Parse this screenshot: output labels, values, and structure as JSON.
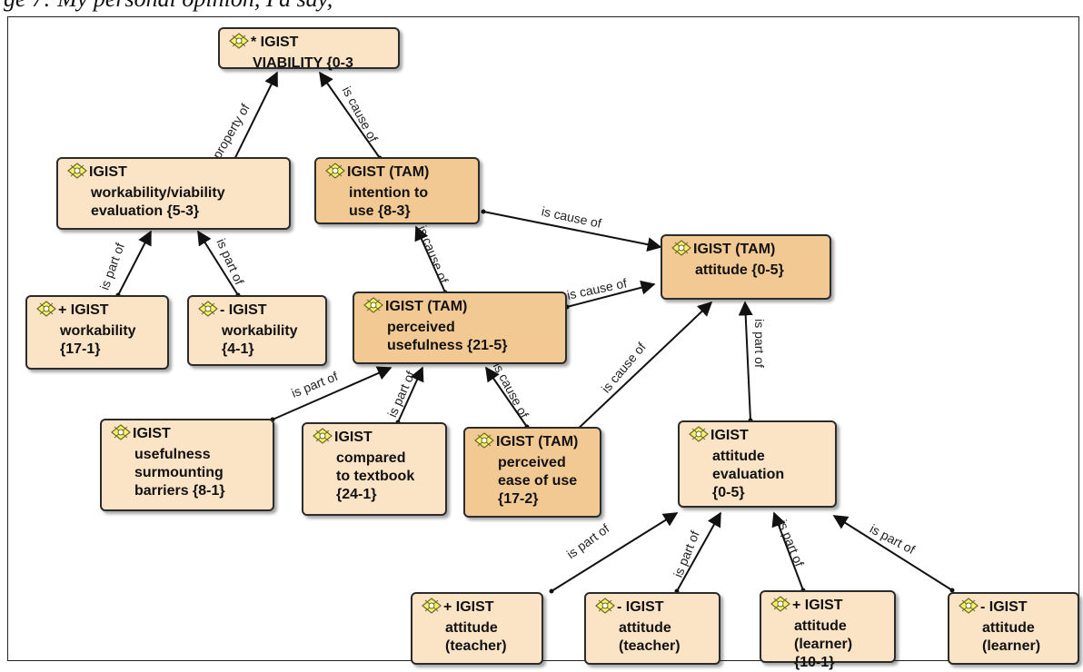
{
  "caption": "ge 7: My personal opinion, I'd say,",
  "nodes": [
    {
      "id": "viability",
      "title": "* IGIST",
      "body": "VIABILITY  {0-3",
      "dark": false
    },
    {
      "id": "workability-eval",
      "title": "IGIST",
      "body": "workability/viability\nevaluation {5-3}",
      "dark": false
    },
    {
      "id": "intention",
      "title": "IGIST (TAM)",
      "body": "intention to\nuse {8-3}",
      "dark": true
    },
    {
      "id": "attitude",
      "title": "IGIST (TAM)",
      "body": "attitude {0-5}",
      "dark": true
    },
    {
      "id": "plus-workability",
      "title": "+ IGIST",
      "body": "workability\n{17-1}",
      "dark": false
    },
    {
      "id": "minus-workability",
      "title": "- IGIST",
      "body": "workability\n{4-1}",
      "dark": false
    },
    {
      "id": "perceived-usefulness",
      "title": "IGIST (TAM)",
      "body": "perceived\nusefulness {21-5}",
      "dark": true
    },
    {
      "id": "usefulness-barriers",
      "title": "IGIST",
      "body": "usefulness\nsurmounting\nbarriers {8-1}",
      "dark": false
    },
    {
      "id": "compared-textbook",
      "title": "IGIST",
      "body": "compared\nto textbook\n{24-1}",
      "dark": false
    },
    {
      "id": "perceived-ease",
      "title": "IGIST (TAM)",
      "body": "perceived\nease of use\n{17-2}",
      "dark": true
    },
    {
      "id": "attitude-eval",
      "title": "IGIST",
      "body": "attitude\nevaluation\n{0-5}",
      "dark": false
    },
    {
      "id": "plus-attitude-teacher",
      "title": "+ IGIST",
      "body": "attitude\n(teacher)",
      "dark": false
    },
    {
      "id": "minus-attitude-teacher",
      "title": "- IGIST",
      "body": "attitude\n(teacher)",
      "dark": false
    },
    {
      "id": "plus-attitude-learner",
      "title": "+ IGIST",
      "body": "attitude\n(learner)\n{10-1}",
      "dark": false
    },
    {
      "id": "minus-attitude-learner",
      "title": "- IGIST",
      "body": "attitude\n(learner)",
      "dark": false
    }
  ],
  "edges": [
    {
      "label": "is property of"
    },
    {
      "label": "is cause of"
    },
    {
      "label": "is cause of"
    },
    {
      "label": "is part of"
    },
    {
      "label": "is part of"
    },
    {
      "label": "is cause of"
    },
    {
      "label": "is cause of"
    },
    {
      "label": "is part of"
    },
    {
      "label": "is part of"
    },
    {
      "label": "is cause of"
    },
    {
      "label": "is cause of"
    },
    {
      "label": "is part of"
    },
    {
      "label": "is part of"
    },
    {
      "label": "is part of"
    },
    {
      "label": "is part of"
    },
    {
      "label": "is part of"
    }
  ]
}
